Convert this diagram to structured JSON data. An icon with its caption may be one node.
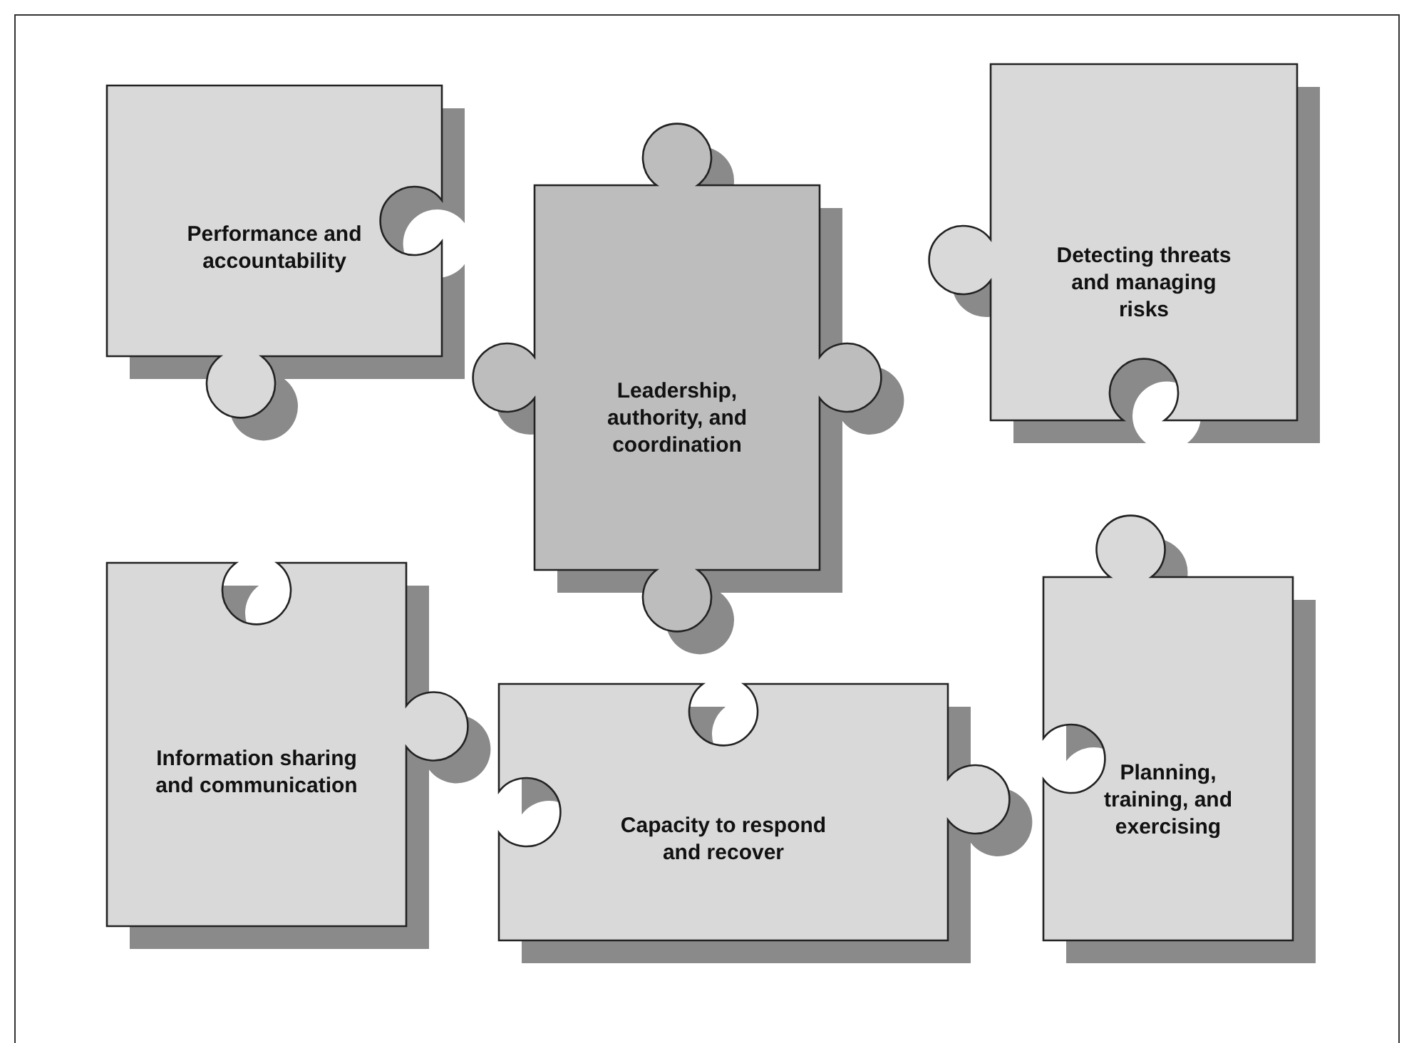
{
  "diagram": {
    "nodes": [
      {
        "text": [
          "Performance and accountability"
        ]
      },
      {
        "text": [
          "Leadership, authority, and coordination"
        ]
      },
      {
        "text": [
          "Detecting threats and managing risks"
        ]
      },
      {
        "text": [
          "Information sharing and communication"
        ]
      },
      {
        "text": [
          "Capacity to respond and recover"
        ]
      },
      {
        "text": [
          "Planning, training, and exercising"
        ]
      }
    ]
  }
}
